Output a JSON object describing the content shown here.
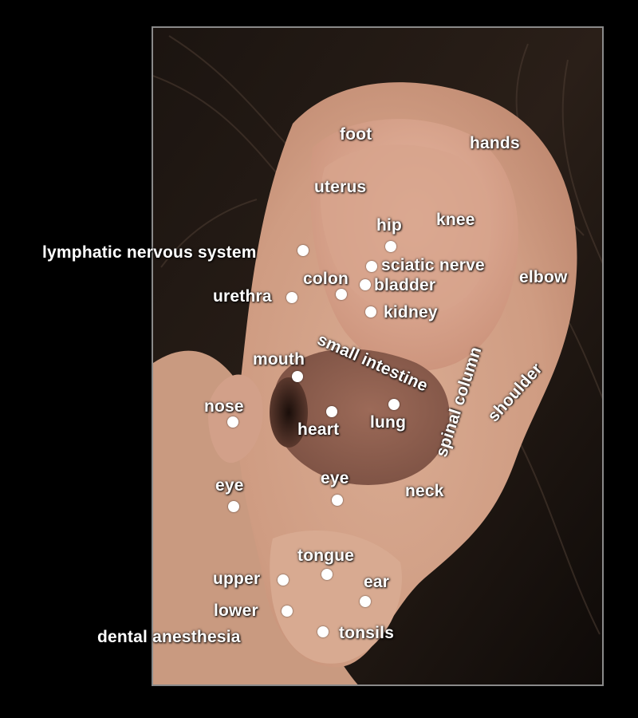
{
  "labels": {
    "foot": "foot",
    "hands": "hands",
    "uterus": "uterus",
    "hip": "hip",
    "knee": "knee",
    "lymphatic": "lymphatic nervous system",
    "sciatic": "sciatic nerve",
    "elbow": "elbow",
    "colon": "colon",
    "bladder": "bladder",
    "urethra": "urethra",
    "kidney": "kidney",
    "small_intestine": "small intestine",
    "spinal_column": "spinal column",
    "shoulder": "shoulder",
    "mouth": "mouth",
    "nose": "nose",
    "heart": "heart",
    "lung": "lung",
    "eye_outer": "eye",
    "eye_inner": "eye",
    "neck": "neck",
    "tongue": "tongue",
    "upper": "upper",
    "ear": "ear",
    "lower": "lower",
    "dental": "dental anesthesia",
    "tonsils": "tonsils"
  }
}
